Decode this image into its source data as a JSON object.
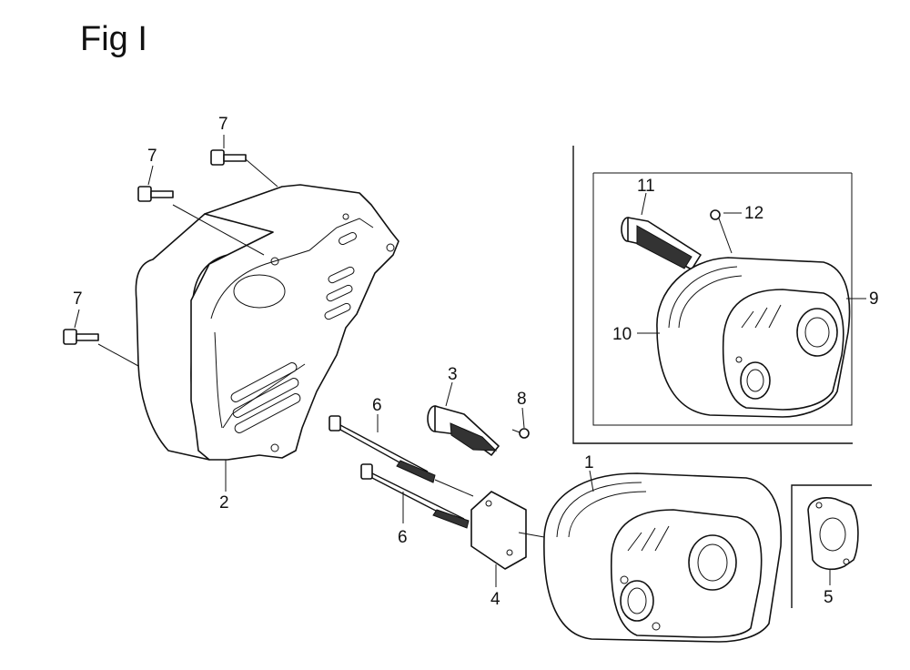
{
  "figure": {
    "title": "Fig I"
  },
  "callouts": [
    {
      "id": "bolt-top-right",
      "label": "7"
    },
    {
      "id": "bolt-top-left",
      "label": "7"
    },
    {
      "id": "bolt-left",
      "label": "7"
    },
    {
      "id": "muffler-protector",
      "label": "2"
    },
    {
      "id": "spark-arrester-upper",
      "label": "3"
    },
    {
      "id": "screw-arrester",
      "label": "8"
    },
    {
      "id": "stud-bolt-upper",
      "label": "6"
    },
    {
      "id": "stud-bolt-lower",
      "label": "6"
    },
    {
      "id": "muffler-gasket",
      "label": "4"
    },
    {
      "id": "muffler",
      "label": "1"
    },
    {
      "id": "spark-arrester-kit",
      "label": "11"
    },
    {
      "id": "screw-kit",
      "label": "12"
    },
    {
      "id": "muffler-kit",
      "label": "9"
    },
    {
      "id": "muffler-kit-body",
      "label": "10"
    },
    {
      "id": "exhaust-gasket",
      "label": "5"
    }
  ]
}
